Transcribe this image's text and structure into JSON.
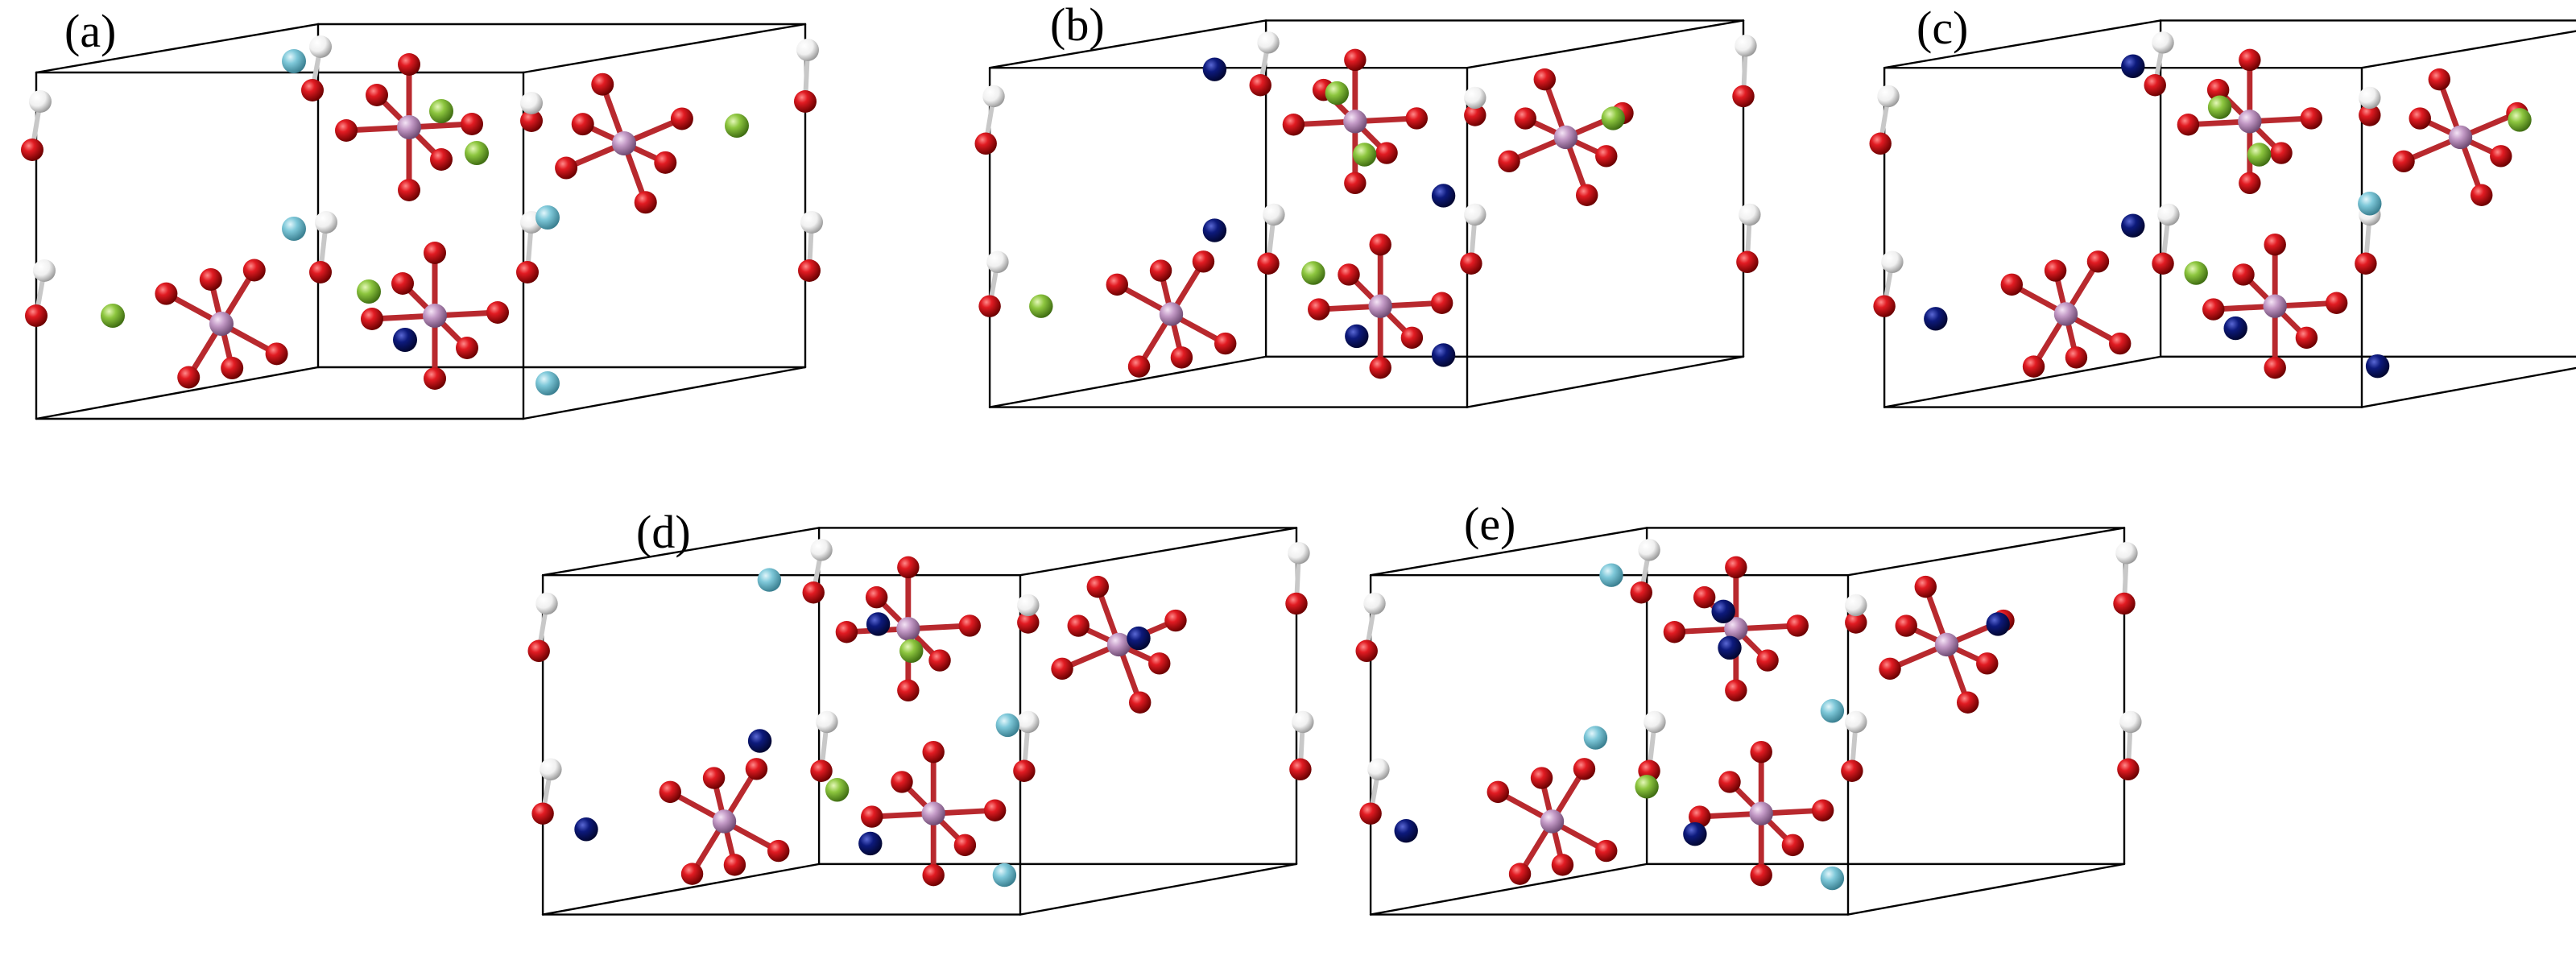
{
  "figure": {
    "panels": [
      {
        "id": "a",
        "label": "(a)"
      },
      {
        "id": "b",
        "label": "(b)"
      },
      {
        "id": "c",
        "label": "(c)"
      },
      {
        "id": "d",
        "label": "(d)"
      },
      {
        "id": "e",
        "label": "(e)"
      }
    ],
    "atom_colors": {
      "oxygen": "#d0151b",
      "central_atom": "#c39ac6",
      "hydrogen": "#f4f4f4",
      "light_blue": "#7ec8d9",
      "dark_blue": "#0d1a7c",
      "green": "#8dc63f",
      "cell_edge": "#000000"
    }
  }
}
